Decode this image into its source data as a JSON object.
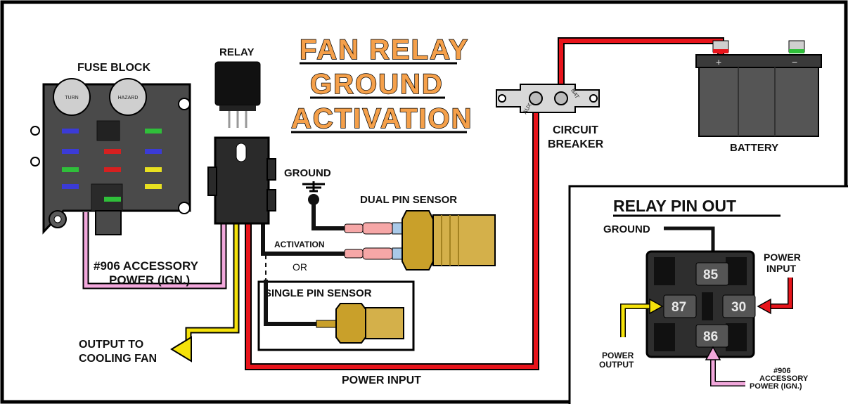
{
  "title": {
    "line1": "FAN RELAY",
    "line2": "GROUND",
    "line3": "ACTIVATION"
  },
  "labels": {
    "fuse_block": "FUSE BLOCK",
    "relay": "RELAY",
    "ground": "GROUND",
    "dual_pin_sensor": "DUAL PIN SENSOR",
    "activation": "ACTIVATION",
    "or": "OR",
    "single_pin_sensor": "SINGLE PIN SENSOR",
    "circuit_breaker_1": "CIRCUIT",
    "circuit_breaker_2": "BREAKER",
    "battery": "BATTERY",
    "accessory_1": "#906 ACCESSORY",
    "accessory_2": "POWER (IGN.)",
    "output_fan_1": "OUTPUT TO",
    "output_fan_2": "COOLING FAN",
    "power_input": "POWER INPUT"
  },
  "fuses": {
    "turn": "TURN",
    "hazard": "HAZARD"
  },
  "breaker_terminals": {
    "aux": "AUX",
    "bat": "BAT"
  },
  "battery_terminals": {
    "plus": "+",
    "minus": "−"
  },
  "pinout": {
    "title": "RELAY PIN OUT",
    "ground": "GROUND",
    "power_input_1": "POWER",
    "power_input_2": "INPUT",
    "power_output_1": "POWER",
    "power_output_2": "OUTPUT",
    "accessory_1": "#906",
    "accessory_2": "ACCESSORY",
    "accessory_3": "POWER (IGN.)",
    "pin_85": "85",
    "pin_87": "87",
    "pin_30": "30",
    "pin_86": "86"
  },
  "colors": {
    "title_fill": "#f5a04a",
    "wire_red": "#e8141b",
    "wire_black": "#111111",
    "wire_yellow": "#f5e20a",
    "wire_pink": "#f2a8dc",
    "brass": "#c9a02a"
  }
}
